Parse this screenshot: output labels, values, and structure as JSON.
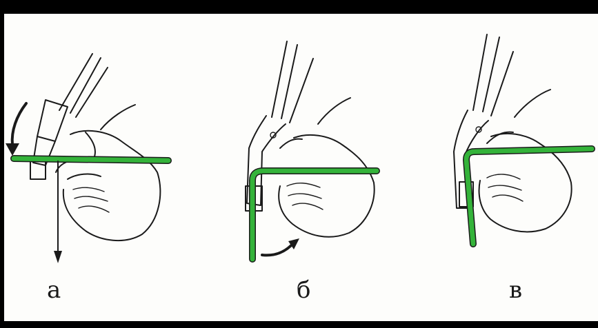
{
  "figure": {
    "panels": [
      {
        "label": "а",
        "icons": [
          "hand-icon",
          "pliers-icon",
          "wire-straight-icon",
          "rotation-arrow-icon",
          "down-arrow-icon"
        ]
      },
      {
        "label": "б",
        "icons": [
          "hand-icon",
          "pliers-icon",
          "wire-bent-icon",
          "bend-arrow-icon"
        ]
      },
      {
        "label": "в",
        "icons": [
          "hand-icon",
          "pliers-icon",
          "wire-right-angle-icon"
        ]
      }
    ],
    "colors": {
      "wire": "#34b33a",
      "ink": "#1a1a1a",
      "paper": "#fdfdfb",
      "border": "#000000"
    }
  }
}
